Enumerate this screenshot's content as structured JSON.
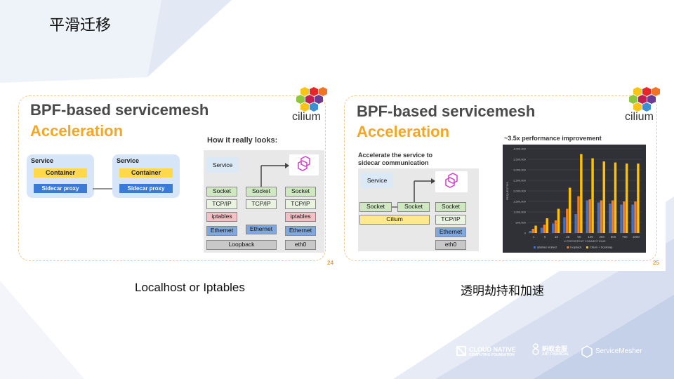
{
  "page_title": "平滑迁移",
  "left_slide": {
    "heading1": "BPF-based servicemesh",
    "heading2": "Acceleration",
    "logo_text": "cilium",
    "service_a": {
      "label": "Service",
      "container": "Container",
      "proxy": "Sidecar proxy"
    },
    "service_b": {
      "label": "Service",
      "container": "Container",
      "proxy": "Sidecar proxy"
    },
    "how_title": "How it really looks:",
    "stack": {
      "service": "Service",
      "col1": [
        "Socket",
        "TCP/IP",
        "iptables",
        "Ethernet"
      ],
      "col2": [
        "Socket",
        "TCP/IP",
        "Ethernet"
      ],
      "col3": [
        "Socket",
        "TCP/IP",
        "iptables",
        "Ethernet"
      ],
      "loopback": "Loopback",
      "eth0": "eth0"
    },
    "page_number": "24",
    "caption": "Localhost or Iptables"
  },
  "right_slide": {
    "heading1": "BPF-based servicemesh",
    "heading2": "Acceleration",
    "logo_text": "cilium",
    "accel_text_1": "Accelerate the service to",
    "accel_text_2": "sidecar communication",
    "stack": {
      "service": "Service",
      "socket1": "Socket",
      "socket2": "Socket",
      "socket3": "Socket",
      "cilium": "Cilium",
      "tcpip": "TCP/IP",
      "ethernet": "Ethernet",
      "eth0": "eth0"
    },
    "chart_title": "~3.5x performance improvement",
    "page_number": "25",
    "caption": "透明劫持和加速"
  },
  "chart_data": {
    "type": "bar",
    "title": "~3.5x performance improvement",
    "xlabel": "# PERSISTENT CONNECTIONS",
    "ylabel": "REQUESTS/S",
    "categories": [
      "1",
      "5",
      "10",
      "25",
      "50",
      "100",
      "250",
      "500",
      "750",
      "1000"
    ],
    "ylim": [
      0,
      4000000
    ],
    "yticks": [
      "0",
      "500,000",
      "1,000,000",
      "1,500,000",
      "2,000,000",
      "2,500,000",
      "3,000,000",
      "3,500,000",
      "4,000,000"
    ],
    "series": [
      {
        "name": "iptables redirect",
        "color": "#4472c4",
        "values": [
          100000,
          250000,
          450000,
          750000,
          900000,
          1550000,
          1450000,
          1400000,
          1350000,
          1350000
        ]
      },
      {
        "name": "loopback",
        "color": "#ed7d31",
        "values": [
          200000,
          400000,
          600000,
          1150000,
          1750000,
          1600000,
          1550000,
          1550000,
          1500000,
          1500000
        ]
      },
      {
        "name": "Cilium + Sockmap",
        "color": "#ffc000",
        "values": [
          350000,
          700000,
          1150000,
          2150000,
          3750000,
          3550000,
          3400000,
          3350000,
          3300000,
          3300000
        ]
      }
    ],
    "legend": "bottom"
  },
  "footer": {
    "cncf": "CLOUD NATIVE",
    "cncf_sub": "COMPUTING FOUNDATION",
    "ant": "蚂蚁金服",
    "ant_sub": "ANT FINANCIAL",
    "sm": "ServiceMesher"
  },
  "colors": {
    "accent_orange": "#f5a623",
    "heading_gray": "#4a4a4a",
    "ethernet_blue": "#7fa8e0"
  }
}
